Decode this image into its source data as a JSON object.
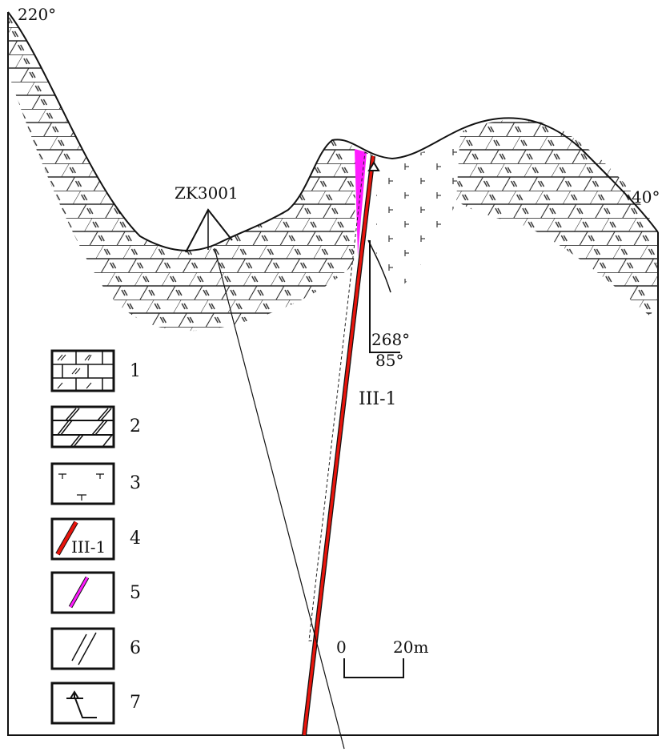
{
  "section": {
    "left_azimuth": "220°",
    "right_azimuth": "40°",
    "drillhole": "ZK3001",
    "attitude_dip_direction": "268°",
    "attitude_dip_angle": "85°",
    "orebody": "III-1"
  },
  "scale_bar": {
    "start": "0",
    "end": "20m"
  },
  "legend": [
    {
      "number": "1",
      "symbol": "limestone-brick"
    },
    {
      "number": "2",
      "symbol": "dolomite-brick"
    },
    {
      "number": "3",
      "symbol": "igneous-t-marks"
    },
    {
      "number": "4",
      "symbol": "red-orebody",
      "text": "III-1"
    },
    {
      "number": "5",
      "symbol": "magenta-vein"
    },
    {
      "number": "6",
      "symbol": "breccia-zone"
    },
    {
      "number": "7",
      "symbol": "attitude-symbol"
    }
  ],
  "colors": {
    "orebody": "#e8140c",
    "vein": "#ff1cff",
    "line": "#111111"
  }
}
